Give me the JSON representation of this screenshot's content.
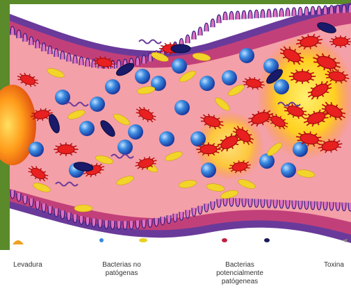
{
  "legend": {
    "levadura": "Levadura",
    "bacterias_no_patogenas_line1": "Bacterias no",
    "bacterias_no_patogenas_line2": "patógenas",
    "bacterias_pot_line1": "Bacterias",
    "bacterias_pot_line2": "potencialmente",
    "bacterias_pot_line3": "patógeneas",
    "toxinas": "Toxina"
  },
  "colors": {
    "frame_green": "#5a8a2a",
    "lumen_pink": "#f4a0a8",
    "wall_purple": "#6a3a9a",
    "wall_magenta": "#c2407a",
    "villi_border": "#2a1a7a",
    "yeast_orange": "#ff8a1a",
    "bacteria_blue": "#3a7ad8",
    "bacteria_yellow": "#f0d020",
    "pathogen_red": "#e01818",
    "pathogen_navy": "#1a1a6a",
    "toxin_yellow": "#ffe020"
  }
}
